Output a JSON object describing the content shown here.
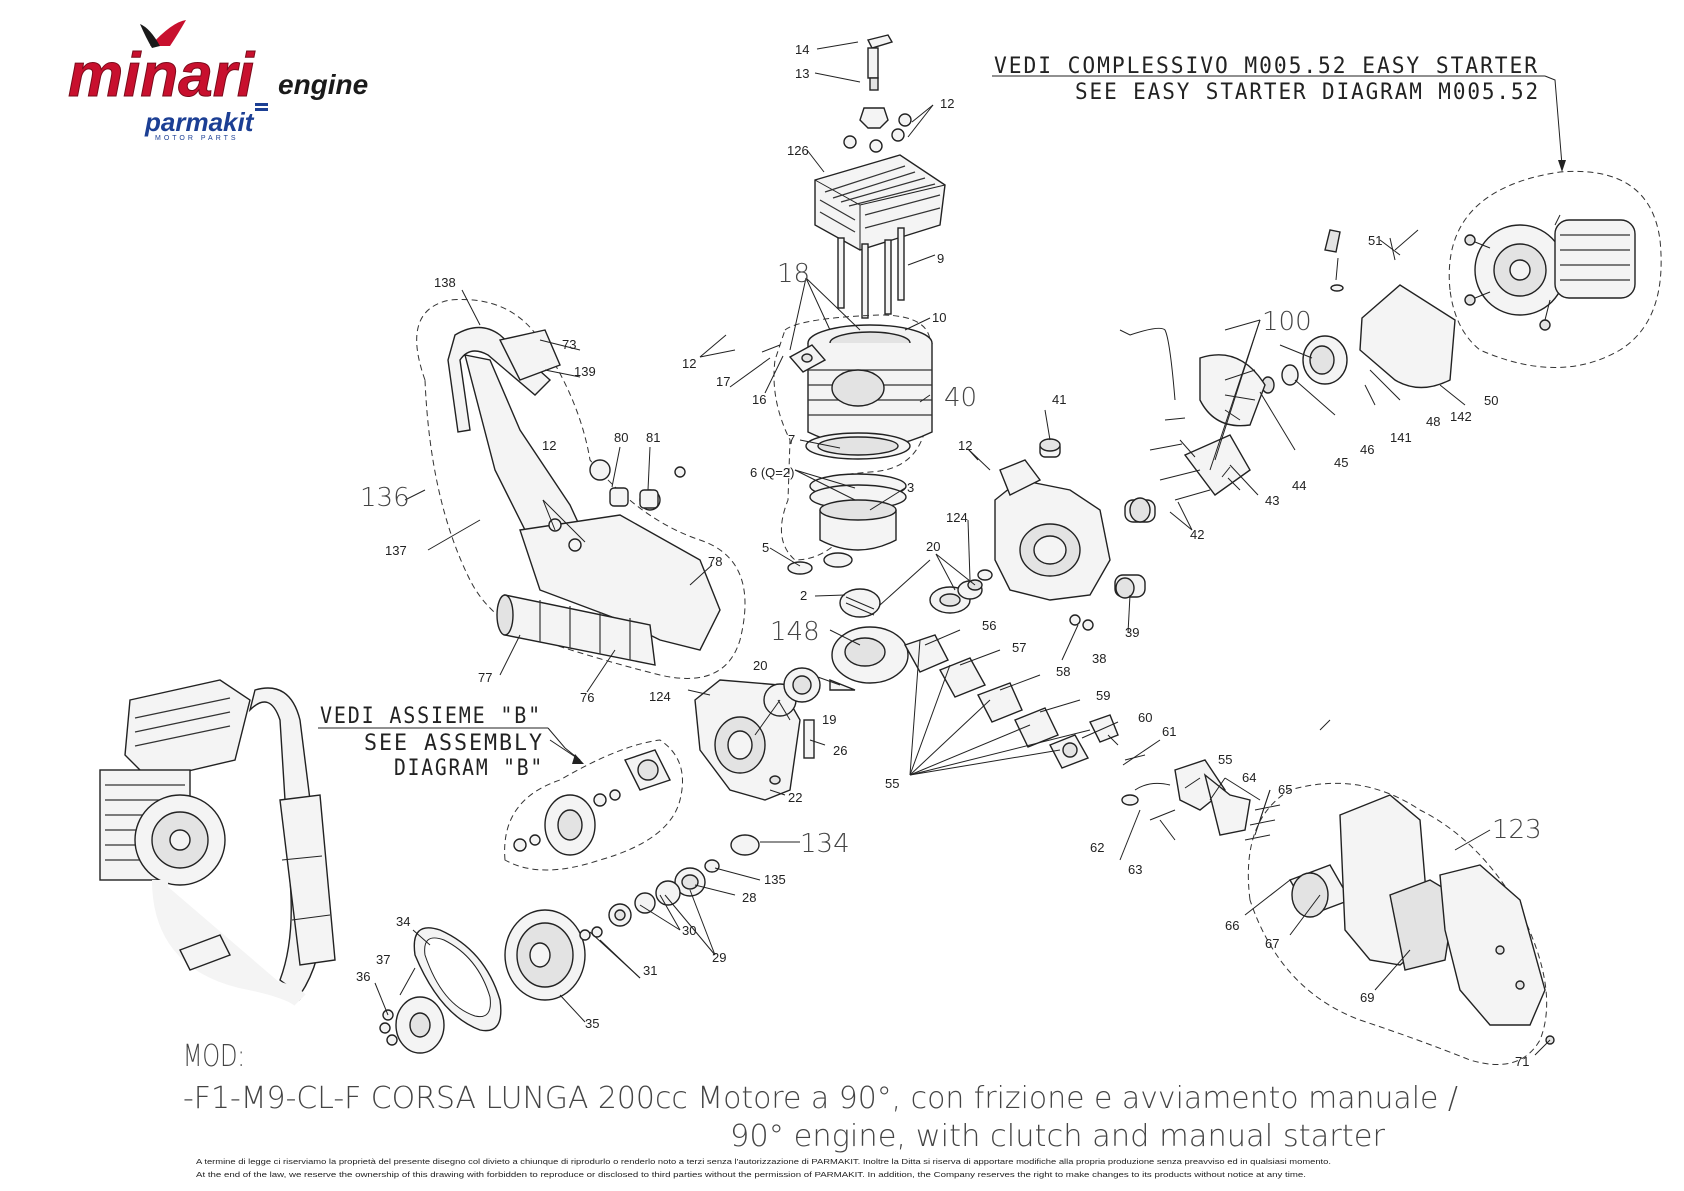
{
  "brand": {
    "logo_main": "minari",
    "logo_suffix": "engine",
    "sub_logo": "parmakit",
    "sub_logo_tag": "MOTOR PARTS"
  },
  "notes": {
    "easy_starter_it": "VEDI COMPLESSIVO M005.52 EASY STARTER",
    "easy_starter_en": "SEE EASY STARTER DIAGRAM M005.52",
    "assembly_b_it": "VEDI ASSIEME \"B\"",
    "assembly_b_en_1": "SEE ASSEMBLY",
    "assembly_b_en_2": "DIAGRAM \"B\""
  },
  "groups": {
    "g18": "18",
    "g40": "40",
    "g100": "100",
    "g136": "136",
    "g134": "134",
    "g123": "123",
    "g148": "148"
  },
  "parts": {
    "p2": "2",
    "p3": "3",
    "p5": "5",
    "p6": "6 (Q=2)",
    "p7": "7",
    "p9": "9",
    "p10": "10",
    "p12a": "12",
    "p12b": "12",
    "p12c": "12",
    "p12d": "12",
    "p13": "13",
    "p14": "14",
    "p16": "16",
    "p17": "17",
    "p19": "19",
    "p20a": "20",
    "p20b": "20",
    "p22": "22",
    "p26": "26",
    "p28": "28",
    "p29": "29",
    "p30": "30",
    "p31": "31",
    "p34": "34",
    "p35": "35",
    "p36": "36",
    "p37": "37",
    "p38": "38",
    "p39": "39",
    "p41": "41",
    "p42": "42",
    "p43": "43",
    "p44": "44",
    "p45": "45",
    "p46": "46",
    "p48": "48",
    "p50": "50",
    "p51": "51",
    "p55a": "55",
    "p55b": "55",
    "p56": "56",
    "p57": "57",
    "p58": "58",
    "p59": "59",
    "p60": "60",
    "p61": "61",
    "p62": "62",
    "p63": "63",
    "p64": "64",
    "p65": "65",
    "p66": "66",
    "p67": "67",
    "p69": "69",
    "p71": "71",
    "p73": "73",
    "p76": "76",
    "p77": "77",
    "p78": "78",
    "p80": "80",
    "p81": "81",
    "p124a": "124",
    "p124b": "124",
    "p126": "126",
    "p135": "135",
    "p137": "137",
    "p138": "138",
    "p139": "139",
    "p141": "141",
    "p142": "142"
  },
  "footer": {
    "mod_label": "MOD:",
    "model_line_1": "-F1-M9-CL-F CORSA LUNGA 200cc Motore a 90°, con frizione e avviamento manuale /",
    "model_line_2": "90° engine, with clutch and manual starter",
    "legal_it": "A termine di legge ci riserviamo la proprietà del presente disegno col divieto a chiunque di riprodurlo o renderlo noto a terzi senza l'autorizzazione di PARMAKIT. Inoltre la Ditta si riserva di apportare modifiche alla propria produzione senza preavviso ed in qualsiasi momento.",
    "legal_en": "At the end of the law, we reserve the ownership of this drawing with forbidden to reproduce or disclosed to third parties without the permission of PARMAKIT. In addition, the Company reserves the right to make changes to its products without notice at any time."
  },
  "colors": {
    "logo_red": "#c8102e",
    "logo_blue": "#1c3f94",
    "line": "#222222"
  }
}
